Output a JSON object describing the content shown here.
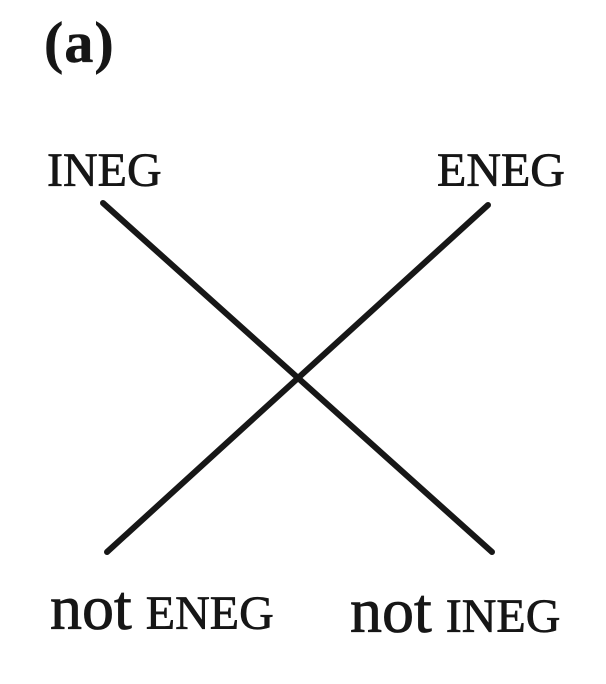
{
  "panel": {
    "label": "(a)"
  },
  "diagram": {
    "top_left_label": "INEG",
    "top_right_label": "ENEG",
    "bottom_left": {
      "prefix": "not",
      "term": "ENEG"
    },
    "bottom_right": {
      "prefix": "not",
      "term": "INEG"
    },
    "line_color": "#171717",
    "background_color": "#ffffff"
  }
}
